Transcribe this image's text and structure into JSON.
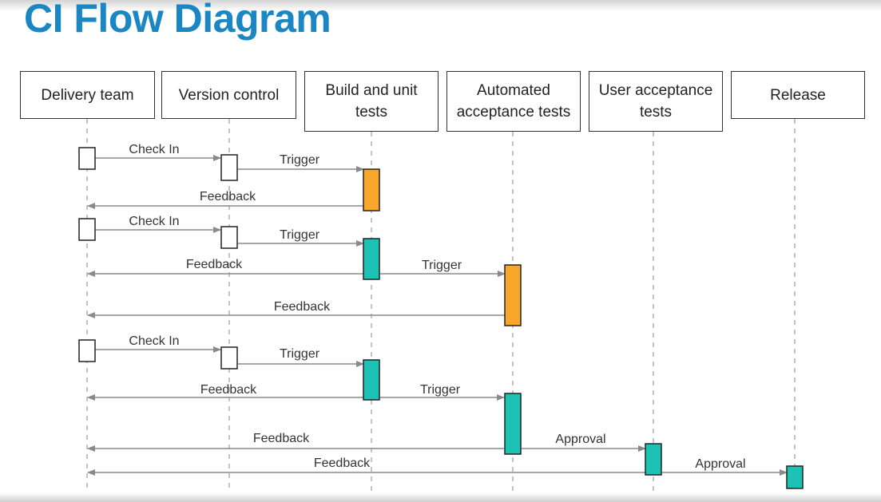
{
  "title": "CI Flow Diagram",
  "lanes": [
    {
      "label": "Delivery team"
    },
    {
      "label": "Version control"
    },
    {
      "label": "Build and unit tests"
    },
    {
      "label": "Automated acceptance tests"
    },
    {
      "label": "User acceptance tests"
    },
    {
      "label": "Release"
    }
  ],
  "colors": {
    "title": "#1a86c4",
    "orange": "#f7a82b",
    "teal": "#1cc3b4",
    "lifeline": "#c4c4c4",
    "arrow": "#8a8a8a"
  },
  "messages": [
    {
      "label": "Check In",
      "from": "delivery-team",
      "to": "version-control"
    },
    {
      "label": "Trigger",
      "from": "version-control",
      "to": "build-and-unit-tests"
    },
    {
      "label": "Feedback",
      "from": "build-and-unit-tests",
      "to": "delivery-team"
    },
    {
      "label": "Check In",
      "from": "delivery-team",
      "to": "version-control"
    },
    {
      "label": "Trigger",
      "from": "version-control",
      "to": "build-and-unit-tests"
    },
    {
      "label": "Feedback",
      "from": "build-and-unit-tests",
      "to": "delivery-team"
    },
    {
      "label": "Trigger",
      "from": "build-and-unit-tests",
      "to": "automated-acceptance-tests"
    },
    {
      "label": "Feedback",
      "from": "automated-acceptance-tests",
      "to": "delivery-team"
    },
    {
      "label": "Check In",
      "from": "delivery-team",
      "to": "version-control"
    },
    {
      "label": "Trigger",
      "from": "version-control",
      "to": "build-and-unit-tests"
    },
    {
      "label": "Feedback",
      "from": "build-and-unit-tests",
      "to": "delivery-team"
    },
    {
      "label": "Trigger",
      "from": "build-and-unit-tests",
      "to": "automated-acceptance-tests"
    },
    {
      "label": "Feedback",
      "from": "automated-acceptance-tests",
      "to": "delivery-team"
    },
    {
      "label": "Approval",
      "from": "automated-acceptance-tests",
      "to": "user-acceptance-tests"
    },
    {
      "label": "Feedback",
      "from": "user-acceptance-tests",
      "to": "delivery-team"
    },
    {
      "label": "Approval",
      "from": "user-acceptance-tests",
      "to": "release"
    }
  ]
}
